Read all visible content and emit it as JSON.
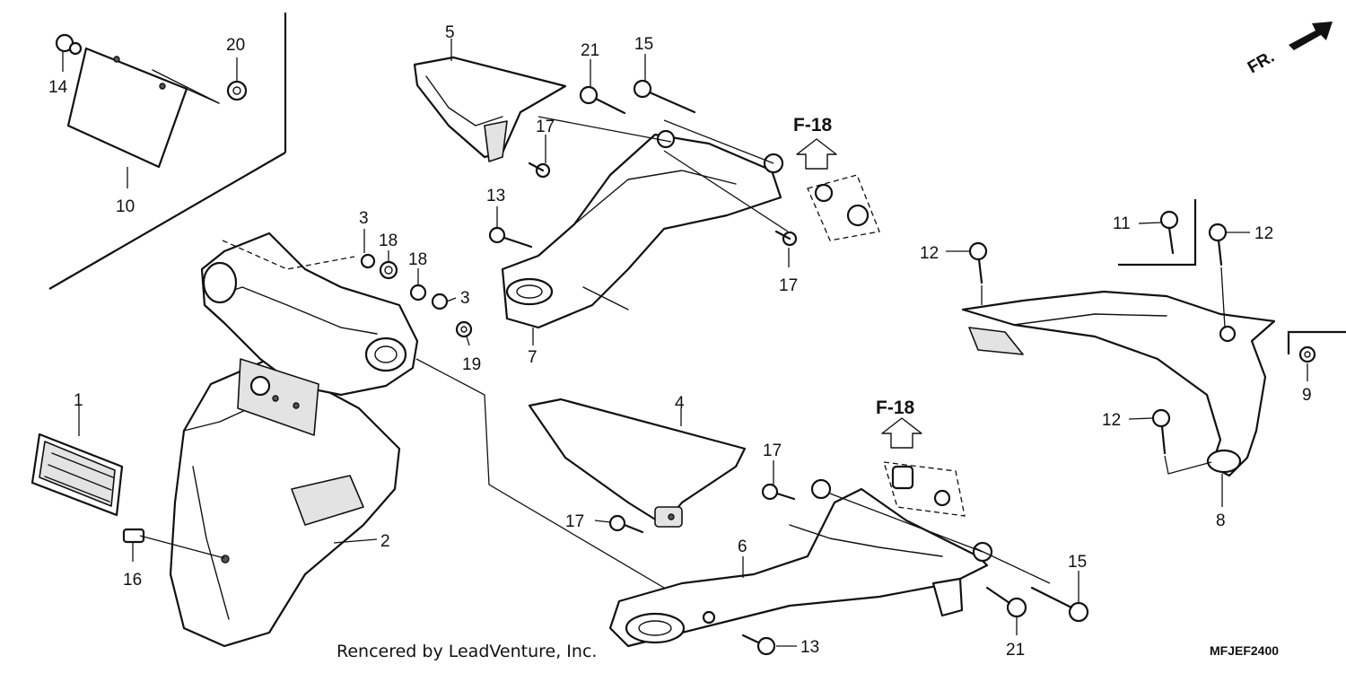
{
  "direction_indicator": "FR.",
  "credit": "Rencered by LeadVenture, Inc.",
  "diagram_code": "MFJEF2400",
  "reference_labels": [
    "F-18",
    "F-18"
  ],
  "callouts": {
    "c1": "1",
    "c2": "2",
    "c3a": "3",
    "c3b": "3",
    "c4": "4",
    "c5": "5",
    "c6": "6",
    "c7": "7",
    "c8": "8",
    "c9": "9",
    "c10": "10",
    "c11": "11",
    "c12a": "12",
    "c12b": "12",
    "c12c": "12",
    "c13a": "13",
    "c13b": "13",
    "c14": "14",
    "c15a": "15",
    "c15b": "15",
    "c16": "16",
    "c17a": "17",
    "c17b": "17",
    "c17c": "17",
    "c17d": "17",
    "c18a": "18",
    "c18b": "18",
    "c19": "19",
    "c20": "20",
    "c21a": "21",
    "c21b": "21"
  },
  "icons": {
    "direction_arrow": "arrow-up-right-icon",
    "reference_arrow": "hollow-up-arrow-icon"
  }
}
